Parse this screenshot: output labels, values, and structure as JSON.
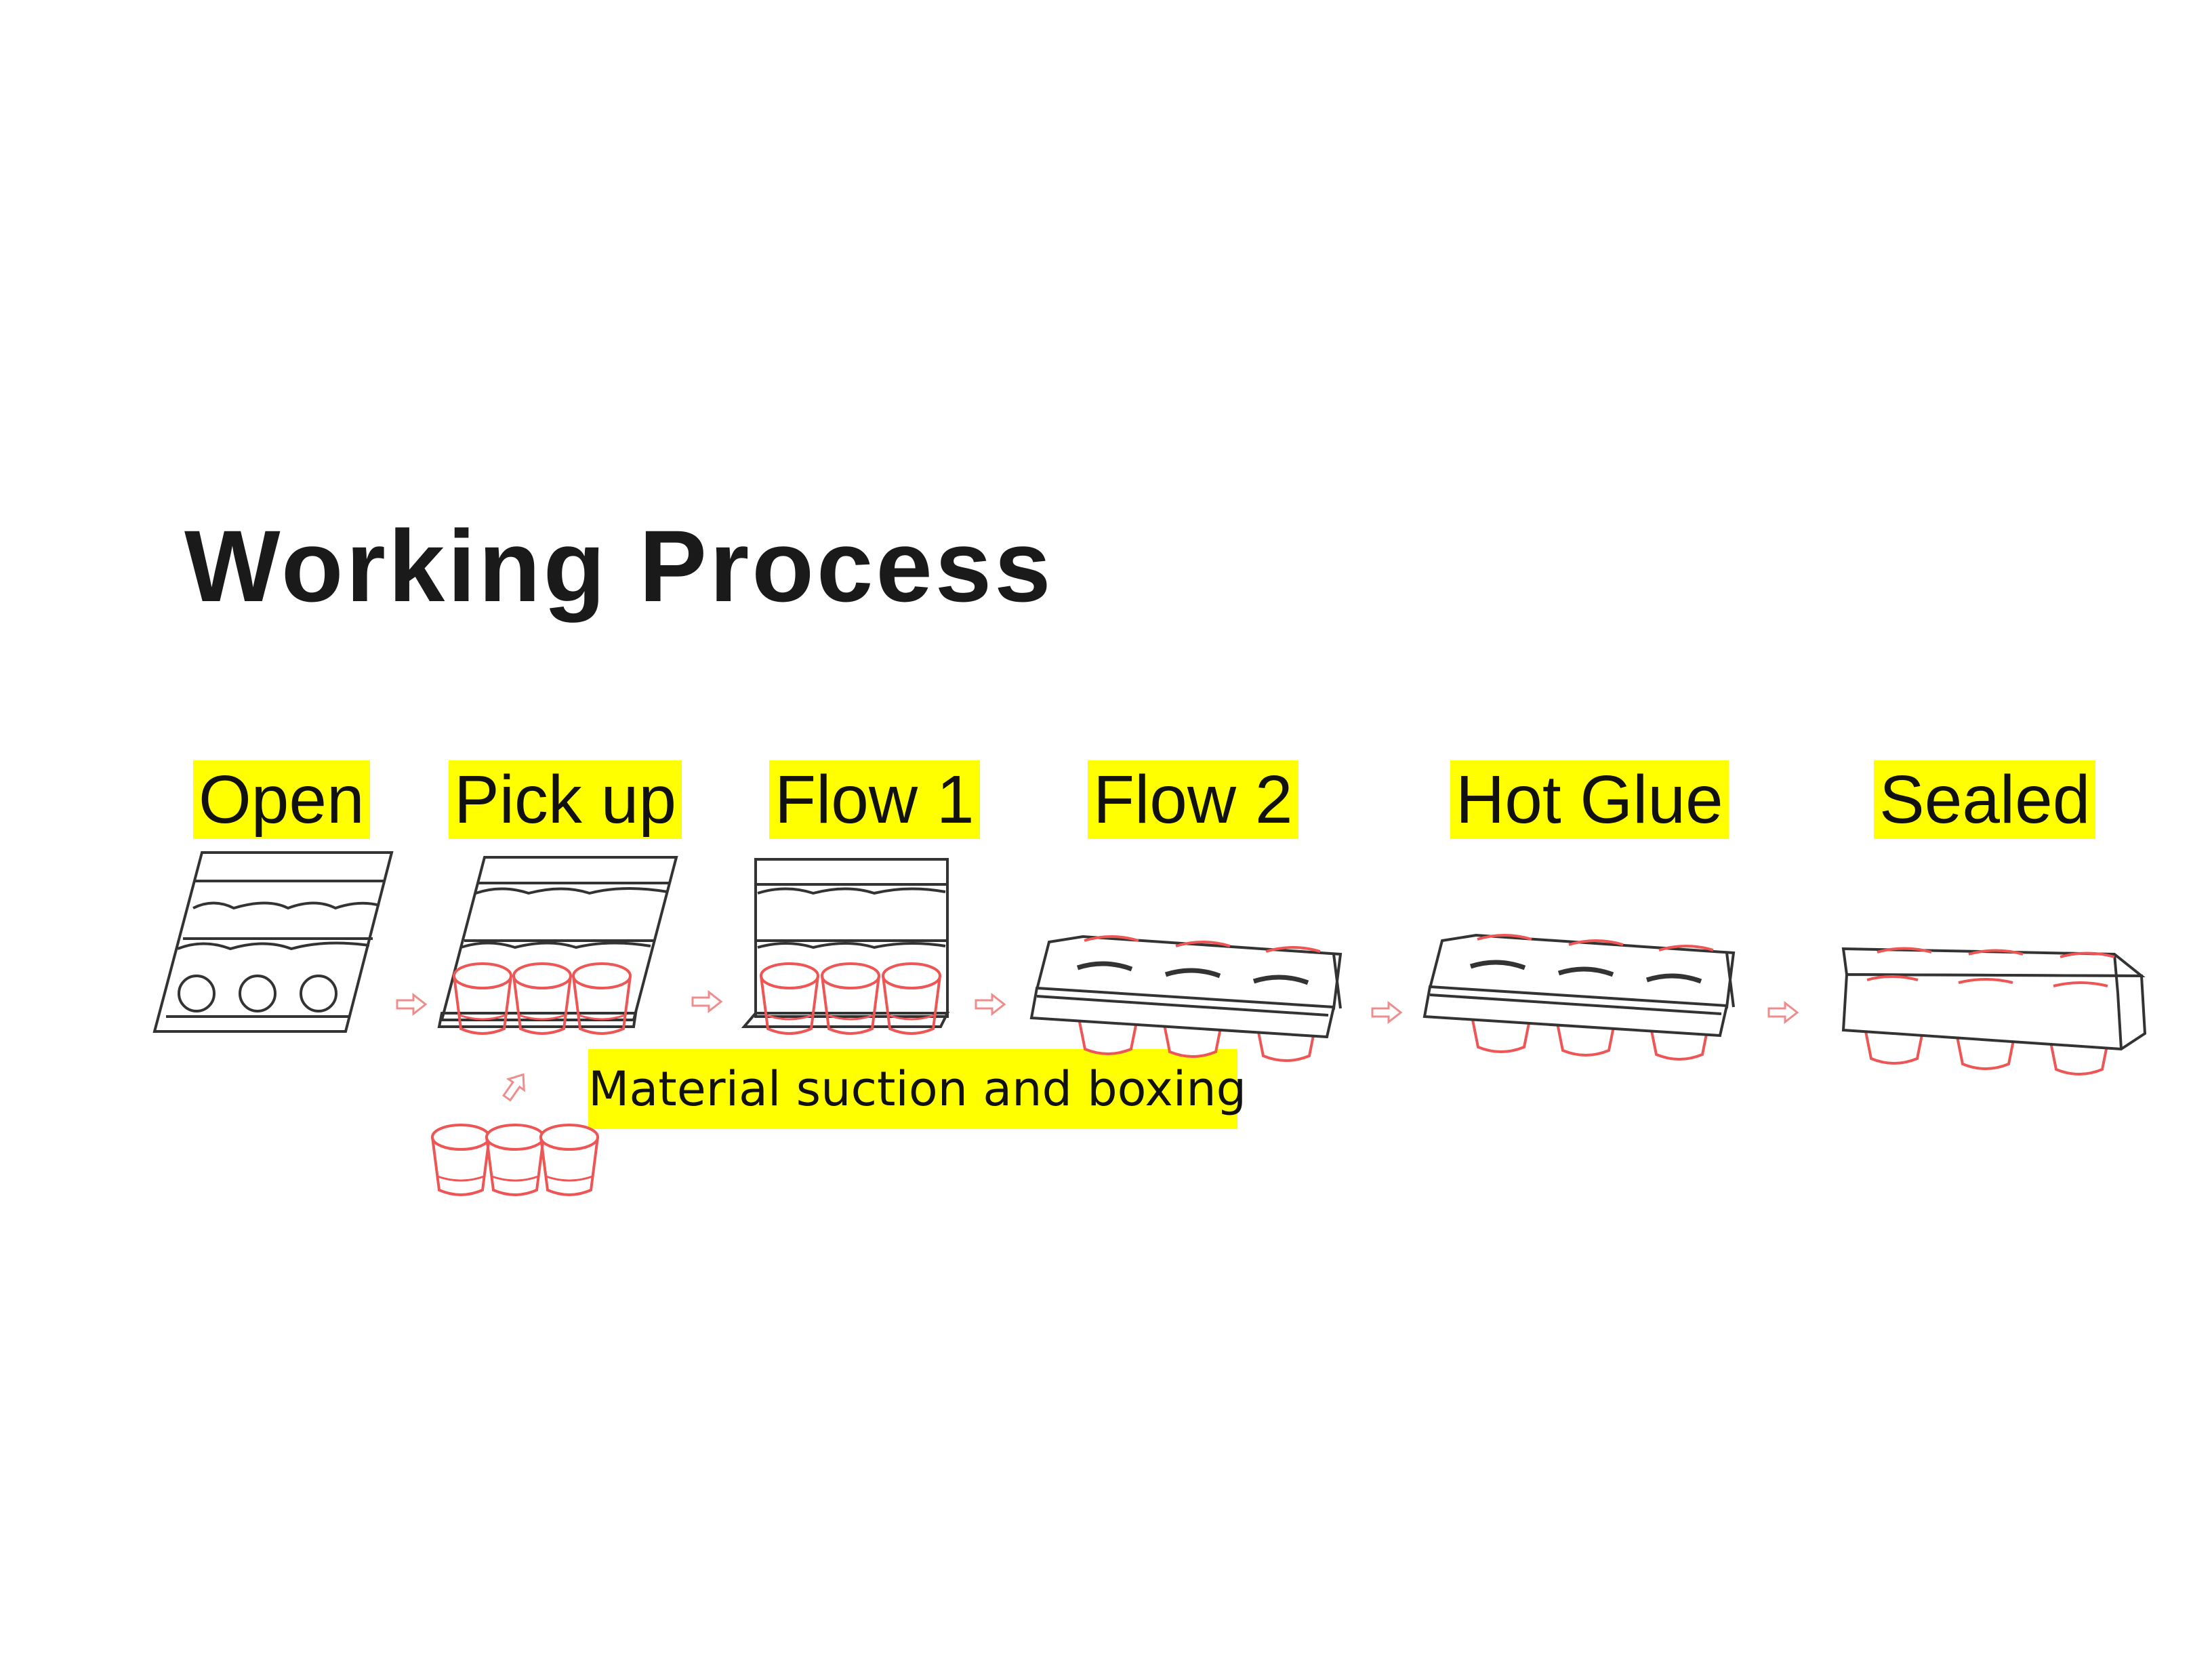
{
  "title": "Working Process",
  "steps": [
    {
      "label": "Open"
    },
    {
      "label": "Pick up"
    },
    {
      "label": "Flow 1"
    },
    {
      "label": "Flow 2"
    },
    {
      "label": "Hot Glue"
    },
    {
      "label": "Sealed"
    }
  ],
  "callout": {
    "text": "Material suction and boxing"
  },
  "colors": {
    "highlight": "#ffff00",
    "outline": "#333333",
    "product": "#ee5555",
    "arrow": "#ef8c8c"
  }
}
